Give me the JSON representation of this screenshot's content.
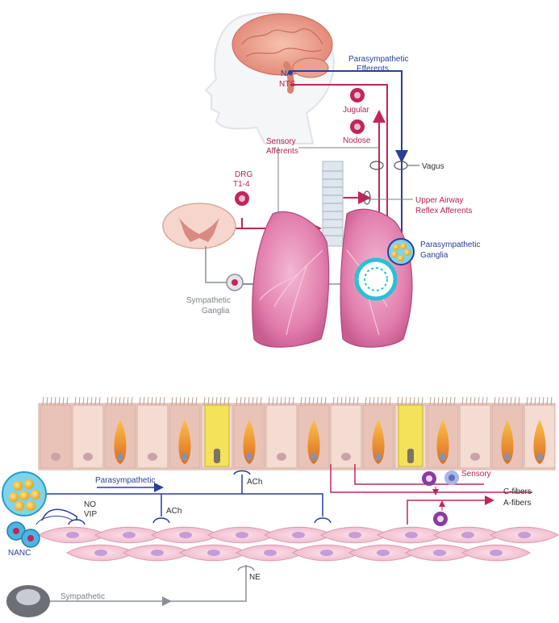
{
  "top_labels": {
    "na": "NA",
    "nts": "NTS",
    "parasympathetic_efferents_1": "Parasympathetic",
    "parasympathetic_efferents_2": "Efferents",
    "jugular": "Jugular",
    "nodose": "Nodose",
    "sensory_afferents_1": "Sensory",
    "sensory_afferents_2": "Afferents",
    "vagus": "Vagus",
    "drg_1": "DRG",
    "drg_2": "T1-4",
    "upper_airway_1": "Upper Airway",
    "upper_airway_2": "Reflex Afferents",
    "parasympathetic_ganglia_1": "Parasympathetic",
    "parasympathetic_ganglia_2": "Ganglia",
    "sympathetic_ganglia_1": "Sympathetic",
    "sympathetic_ganglia_2": "Ganglia"
  },
  "bottom_labels": {
    "parasympathetic": "Parasympathetic",
    "ach_upper": "ACh",
    "ach_lower": "ACh",
    "no": "NO",
    "vip": "VIP",
    "nanc": "NANC",
    "sensory": "Sensory",
    "c_fibers": "C-fibers",
    "a_fibers": "A-fibers",
    "ne": "NE",
    "sympathetic": "Sympathetic"
  },
  "colors": {
    "sensory_red": "#c0265a",
    "parasympathetic_blue": "#2a3f9a",
    "sympathetic_gray": "#8a9098",
    "lung_pink": "#e58bb4",
    "brain_pink": "#f0a08a",
    "epithelium": "#f2d2c8",
    "goblet_orange": "#ee8a2a",
    "smooth_muscle": "#f6c3d3"
  }
}
